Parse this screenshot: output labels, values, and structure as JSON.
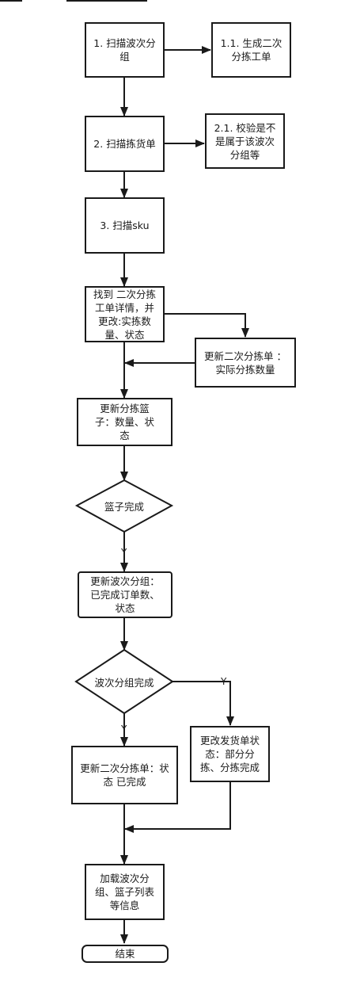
{
  "nodes": {
    "n1": "1. 扫描波次分组",
    "n1_1": "1.1. 生成二次分拣工单",
    "n2": "2. 扫描拣货单",
    "n2_1": "2.1. 校验是不是属于该波次分组等",
    "n3": "3. 扫描sku",
    "n4": "找到 二次分拣工单详情，并更改:实拣数量、状态",
    "n4_side": "更新二次分拣单 ：实际分拣数量",
    "n5": "更新分拣篮子：数量、状态",
    "d1": "篮子完成",
    "n6": "更新波次分组：已完成订单数、状态",
    "d2": "波次分组完成",
    "n7_left": "更新二次分拣单：状态 已完成",
    "n7_right": "更改发货单状态：部分分拣、分拣完成",
    "n8": "加载波次分组、篮子列表等信息",
    "end": "结束"
  },
  "edge_labels": {
    "d1_yes": "Y",
    "d2_down": "Y",
    "d2_right": "Y"
  }
}
